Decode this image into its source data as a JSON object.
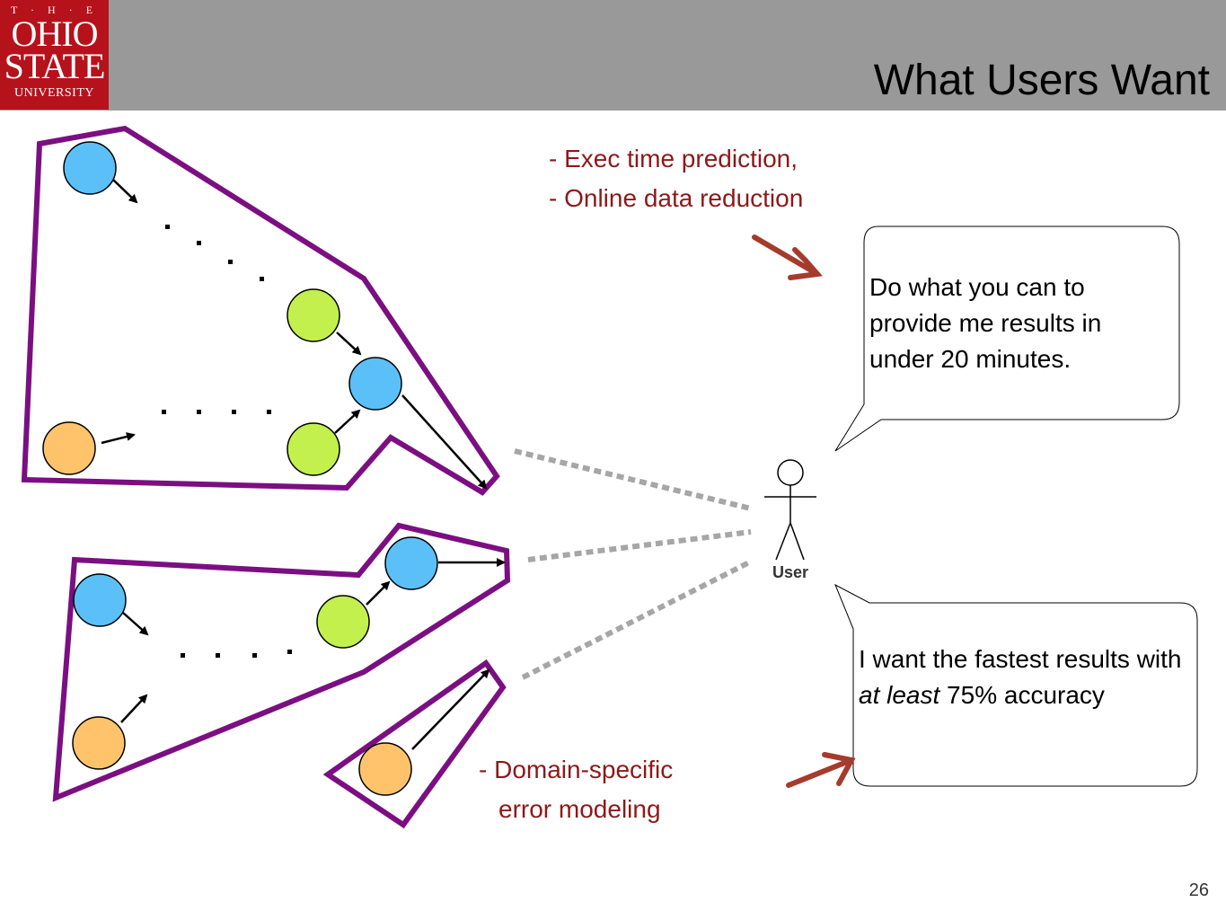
{
  "logo": {
    "line1": "T · H · E",
    "line2": "OHIO",
    "line3": "STATE",
    "line4": "UNIVERSITY"
  },
  "slide": {
    "title": "What Users Want",
    "page_number": "26"
  },
  "callouts": {
    "top": [
      "- Exec time prediction,",
      "- Online data reduction"
    ],
    "bottom": [
      "- Domain-specific",
      "error modeling"
    ],
    "color": "#8b1a1a"
  },
  "bubbles": {
    "top": "Do what you can to provide me results in under 20 minutes.",
    "bottom_prefix": "I want the fastest results with ",
    "bottom_emphasis": "at least",
    "bottom_suffix": " 75% accuracy"
  },
  "actor": {
    "label": "User"
  },
  "colors": {
    "header": "#999999",
    "logo": "#b5121b",
    "outline": "#7b0f82",
    "node_blue": "#5bc0f8",
    "node_green": "#c3f04d",
    "node_orange": "#ffc36b",
    "link": "#a6a6a6"
  }
}
